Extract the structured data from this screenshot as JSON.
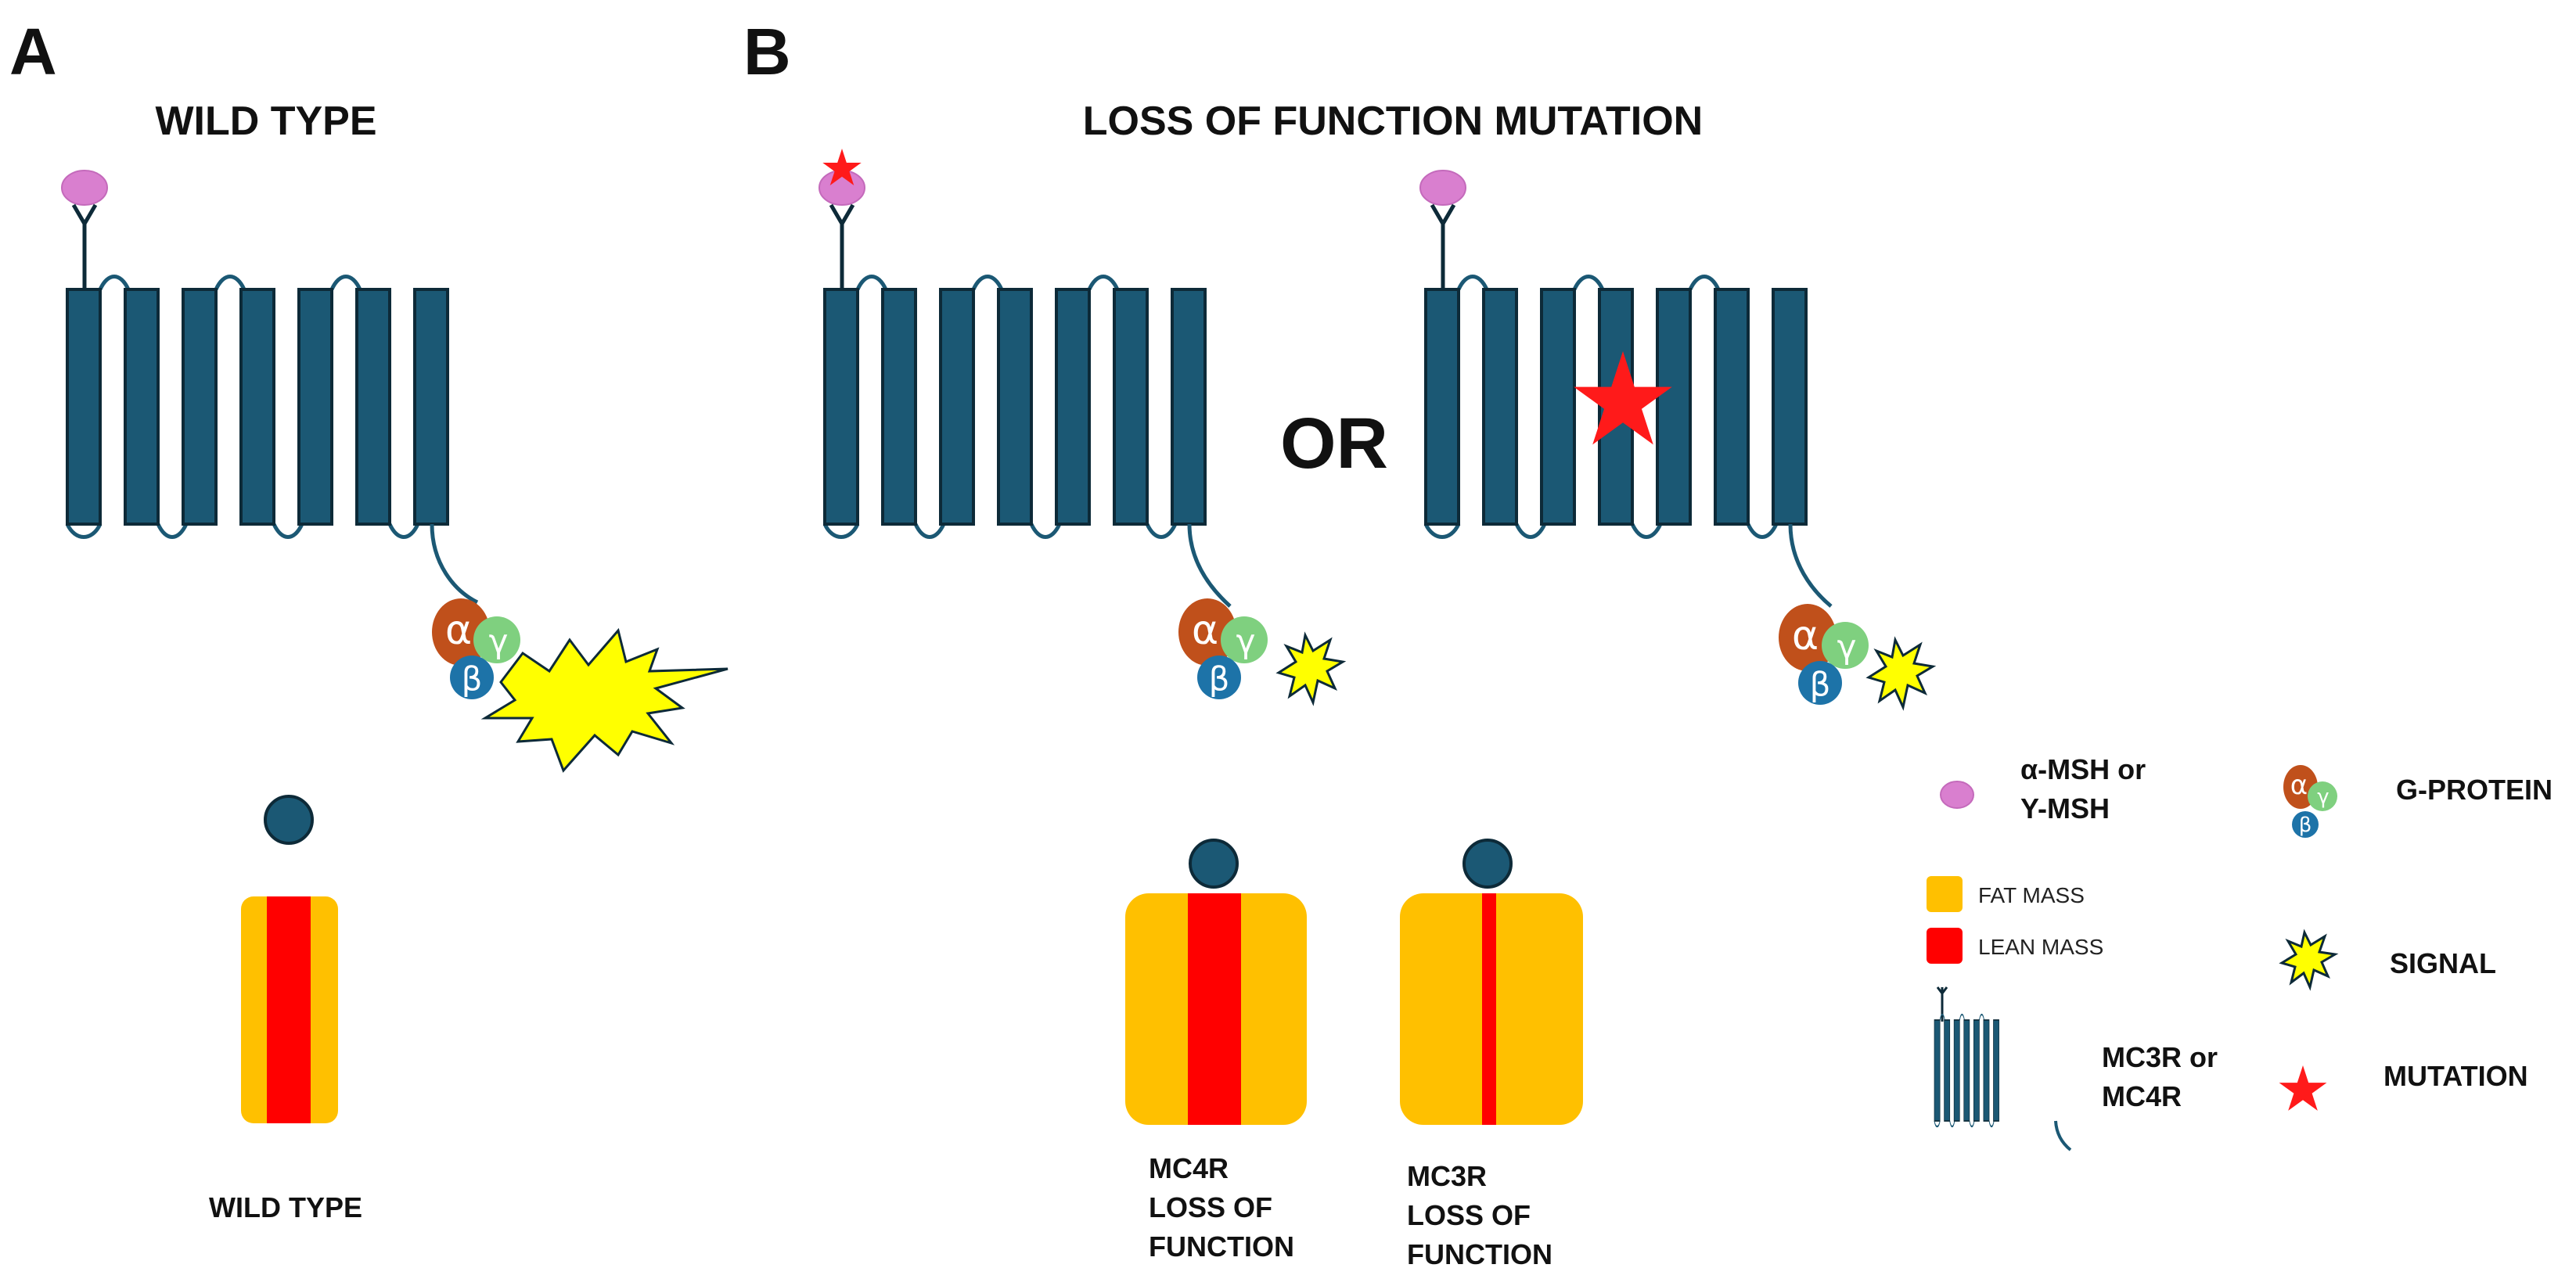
{
  "panels": {
    "a": {
      "letter": "A",
      "title": "WILD TYPE",
      "caption": "WILD TYPE"
    },
    "b": {
      "letter": "B",
      "title": "LOSS OF FUNCTION MUTATION",
      "connector": "OR",
      "caption_mc4r": [
        "MC4R",
        "LOSS OF",
        "FUNCTION"
      ],
      "caption_mc3r": [
        "MC3R",
        "LOSS OF",
        "FUNCTION"
      ]
    }
  },
  "g_protein_labels": {
    "alpha": "α",
    "beta": "β",
    "gamma": "γ"
  },
  "legend": {
    "ligand": [
      "α-MSH or",
      "Υ-MSH"
    ],
    "g_protein": "G-PROTEIN",
    "fat_mass": "FAT MASS",
    "lean_mass": "LEAN MASS",
    "signal": "SIGNAL",
    "receptor": [
      "MC3R or",
      "MC4R"
    ],
    "mutation": "MUTATION"
  },
  "colors": {
    "receptor": "#1b5874",
    "receptor_outline": "#0d2a38",
    "ligand": "#d97fcf",
    "alpha": "#c0501b",
    "beta": "#1d73a8",
    "gamma": "#7fd07f",
    "signal": "#ffff00",
    "fat": "#ffc000",
    "lean": "#ff0000",
    "mutation": "#ff1a1a",
    "head": "#1b5874"
  }
}
